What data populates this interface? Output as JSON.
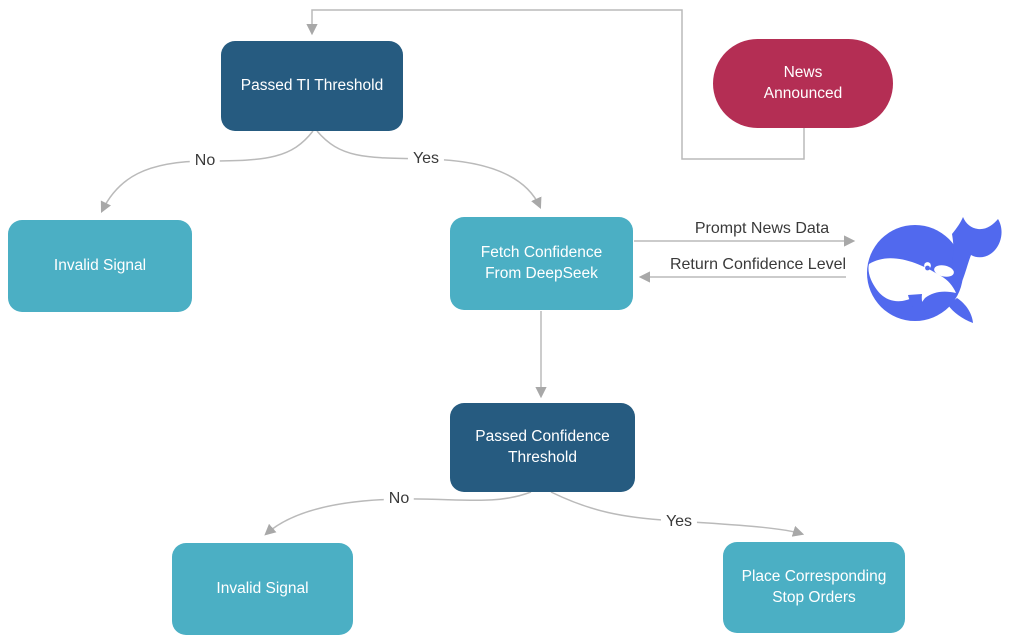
{
  "diagram": {
    "nodes": {
      "news_announced": {
        "label": "News Announced",
        "shape": "pill",
        "color": "#b42e54"
      },
      "passed_ti": {
        "label": "Passed TI Threshold",
        "shape": "rounded-rect",
        "color": "#265b80"
      },
      "invalid_signal_1": {
        "label": "Invalid Signal",
        "shape": "rounded-rect",
        "color": "#4bafc4"
      },
      "fetch_confidence": {
        "label": "Fetch Confidence From DeepSeek",
        "shape": "rounded-rect",
        "color": "#4bafc4"
      },
      "passed_confidence": {
        "label": "Passed Confidence Threshold",
        "shape": "rounded-rect",
        "color": "#265b80"
      },
      "invalid_signal_2": {
        "label": "Invalid Signal",
        "shape": "rounded-rect",
        "color": "#4bafc4"
      },
      "place_stop_orders": {
        "label": "Place Corresponding Stop Orders",
        "shape": "rounded-rect",
        "color": "#4bafc4"
      }
    },
    "edge_labels": {
      "ti_no": "No",
      "ti_yes": "Yes",
      "prompt_news": "Prompt News Data",
      "return_confidence": "Return Confidence Level",
      "conf_no": "No",
      "conf_yes": "Yes"
    },
    "icons": {
      "deepseek_whale": {
        "name": "deepseek-whale-logo",
        "color": "#5169ee"
      }
    },
    "colors": {
      "decision_fill": "#265b80",
      "action_fill": "#4bafc4",
      "event_fill": "#b42e54",
      "node_text": "#ffffff",
      "edge_stroke": "#bababa",
      "arrowhead_fill": "#a8a8a8",
      "edge_label_text": "#3a3a3a"
    }
  }
}
